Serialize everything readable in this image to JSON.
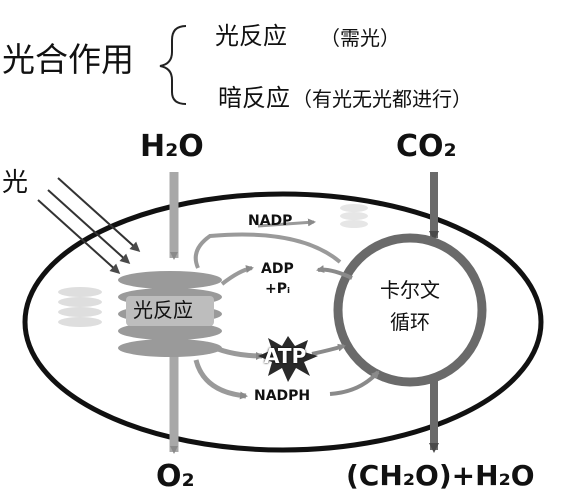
{
  "header": {
    "main_term": "光合作用",
    "branch_light": "光反应",
    "branch_light_note": "（需光）",
    "branch_dark": "暗反应",
    "branch_dark_note": "（有光无光都进行）"
  },
  "diagram": {
    "h2o_in": "H₂O",
    "co2_in": "CO₂",
    "light_label": "光",
    "light_reaction_label": "光反应",
    "calvin_line1": "卡尔文",
    "calvin_line2": "循环",
    "nadp": "NADP",
    "adp_line1": "ADP",
    "adp_line2": "+Pᵢ",
    "atp": "ATP",
    "nadph": "NADPH",
    "o2_out": "O₂",
    "product_out": "(CH₂O)+H₂O"
  }
}
